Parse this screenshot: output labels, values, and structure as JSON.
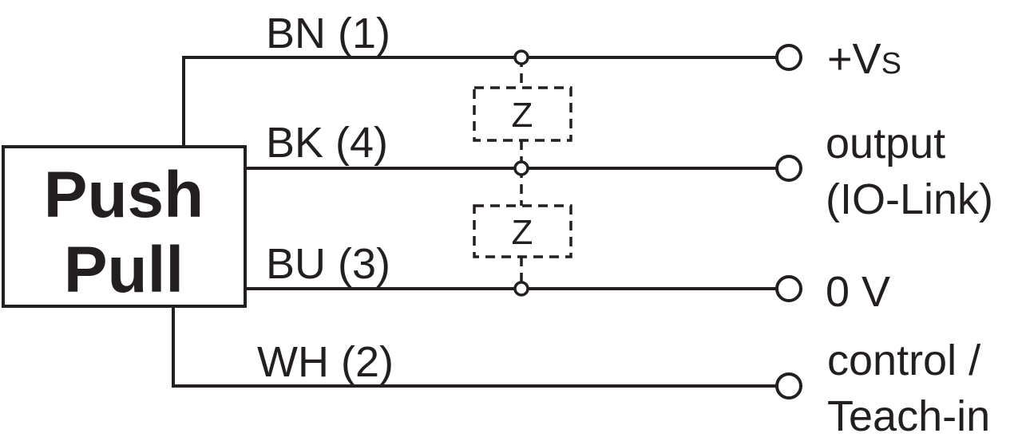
{
  "block": {
    "line1": "Push",
    "line2": "Pull"
  },
  "wires": [
    {
      "label": "BN (1)"
    },
    {
      "label": "BK (4)"
    },
    {
      "label": "BU (3)"
    },
    {
      "label": "WH (2)"
    }
  ],
  "terminals": [
    {
      "main": "+V",
      "sub": "S"
    },
    {
      "line1": "output",
      "line2": "(IO-Link)"
    },
    {
      "main": "0 V"
    },
    {
      "line1": "control /",
      "line2": "Teach-in"
    }
  ],
  "loads": [
    {
      "label": "Z"
    },
    {
      "label": "Z"
    }
  ],
  "colors": {
    "ink": "#231f20",
    "background": "#ffffff"
  }
}
